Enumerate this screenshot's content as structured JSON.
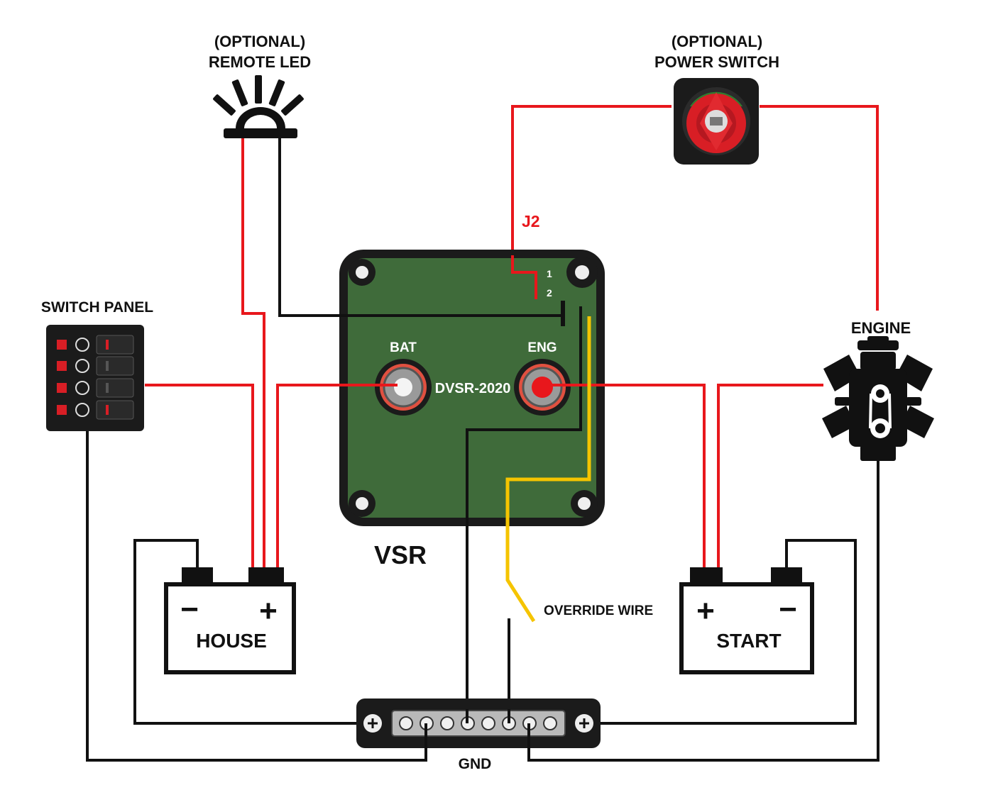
{
  "labels": {
    "remote_led_optional": "(OPTIONAL)",
    "remote_led": "REMOTE LED",
    "power_switch_optional": "(OPTIONAL)",
    "power_switch": "POWER SWITCH",
    "switch_panel": "SWITCH PANEL",
    "engine": "ENGINE",
    "j2": "J2",
    "pin1": "1",
    "pin2": "2",
    "bat": "BAT",
    "eng": "ENG",
    "model": "DVSR-2020",
    "vsr": "VSR",
    "override_wire": "OVERRIDE WIRE",
    "house": "HOUSE",
    "start": "START",
    "gnd": "GND",
    "plus": "+",
    "minus": "−"
  },
  "colors": {
    "positive_wire": "#e8171c",
    "ground_wire": "#111111",
    "override_wire": "#f5c400",
    "vsr_board": "#3f6b3a",
    "switch_red": "#d81e25"
  },
  "icons": [
    "led-icon",
    "battery-switch-icon",
    "switch-panel-icon",
    "engine-icon",
    "battery-icon",
    "busbar-icon"
  ]
}
